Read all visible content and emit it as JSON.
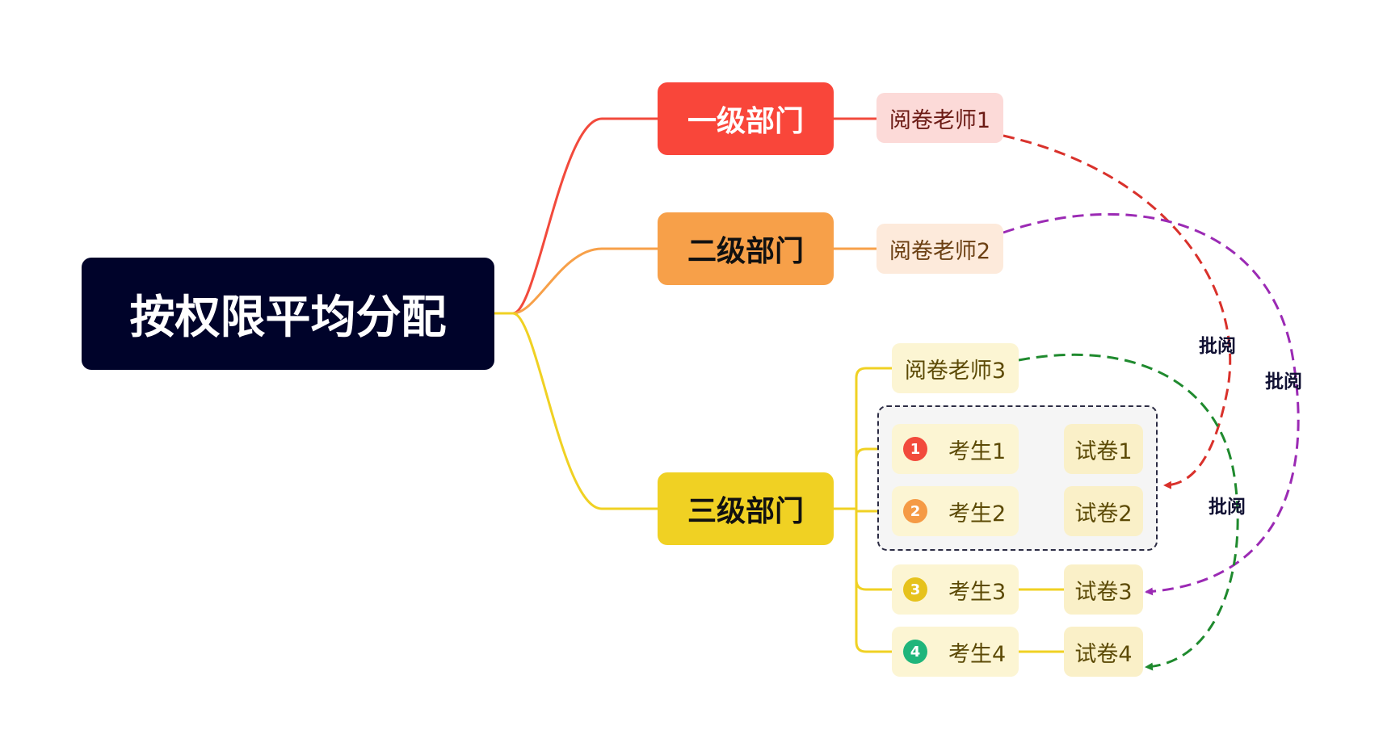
{
  "root": {
    "label": "按权限平均分配"
  },
  "departments": [
    {
      "label": "一级部门",
      "color": "#f9463a"
    },
    {
      "label": "二级部门",
      "color": "#f7a049"
    },
    {
      "label": "三级部门",
      "color": "#f0d123"
    }
  ],
  "teachers": [
    {
      "label": "阅卷老师1"
    },
    {
      "label": "阅卷老师2"
    },
    {
      "label": "阅卷老师3"
    }
  ],
  "students": [
    {
      "badge": "1",
      "label": "考生1",
      "paper": "试卷1",
      "badge_color": "#f24a3c"
    },
    {
      "badge": "2",
      "label": "考生2",
      "paper": "试卷2",
      "badge_color": "#f59a45"
    },
    {
      "badge": "3",
      "label": "考生3",
      "paper": "试卷3",
      "badge_color": "#e6c21c"
    },
    {
      "badge": "4",
      "label": "考生4",
      "paper": "试卷4",
      "badge_color": "#1fb57b"
    }
  ],
  "review_links": [
    {
      "label": "批阅",
      "from": "阅卷老师1",
      "to": "试卷1",
      "color": "#d9312b"
    },
    {
      "label": "批阅",
      "from": "阅卷老师2",
      "to": "试卷3",
      "color": "#9b2ab4"
    },
    {
      "label": "批阅",
      "from": "阅卷老师3",
      "to": "试卷4",
      "color": "#1f8a2e"
    }
  ]
}
